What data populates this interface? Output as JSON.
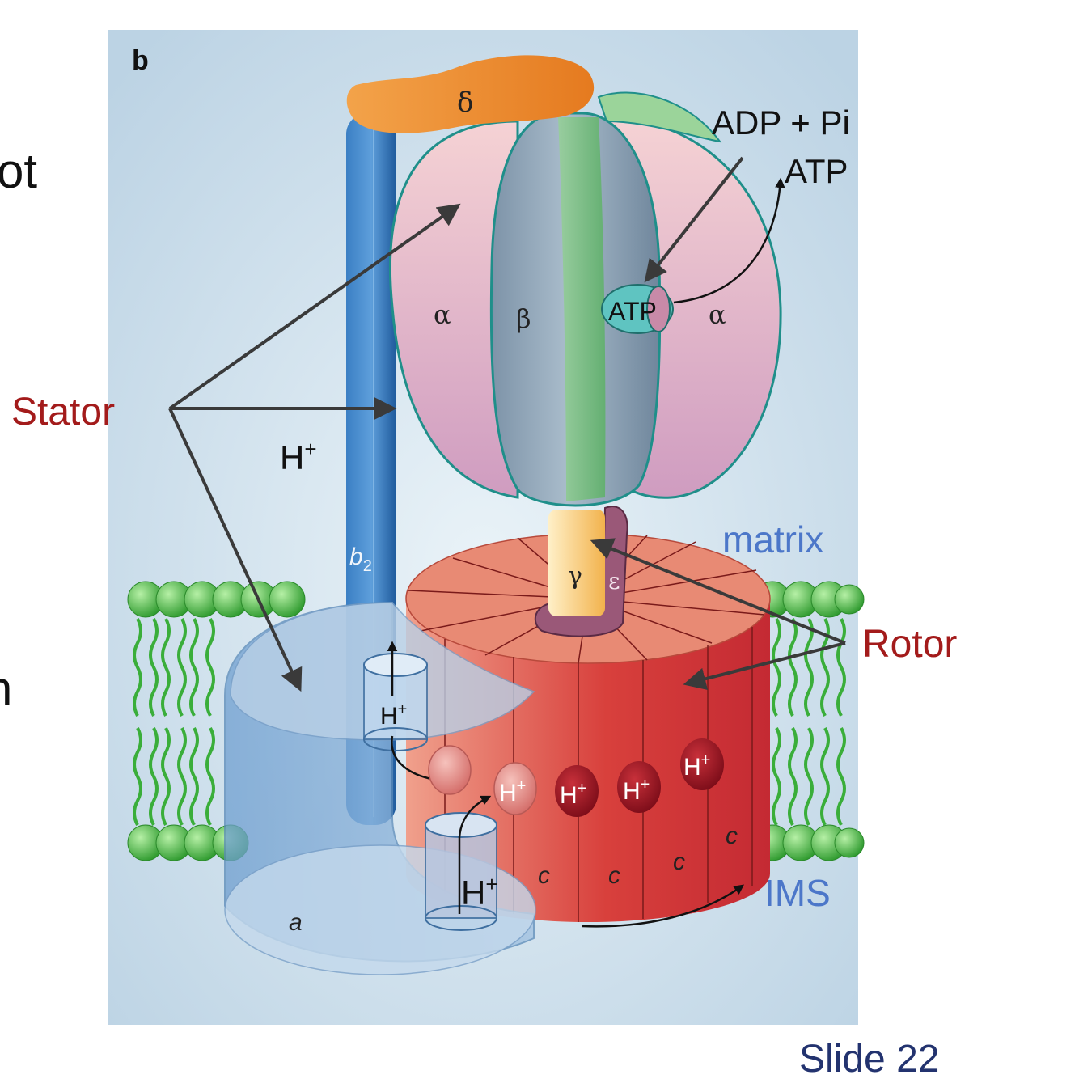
{
  "panel": {
    "label": "b"
  },
  "side_text": {
    "top": "ot",
    "bottom": "n"
  },
  "subunits": {
    "delta": "δ",
    "alpha_left": "α",
    "beta": "β",
    "alpha_right": "α",
    "gamma": "γ",
    "epsilon": "ε",
    "b2": "b",
    "b2_sub": "2",
    "a": "a",
    "c": "c"
  },
  "labels": {
    "adp_pi": "ADP + Pi",
    "atp": "ATP",
    "atp_site": "ATP",
    "stator": "Stator",
    "rotor": "Rotor",
    "matrix": "matrix",
    "ims": "IMS",
    "h": "H",
    "plus": "+"
  },
  "slide": {
    "label": "Slide 22"
  },
  "colors": {
    "panel_bg": "#c9dcea",
    "stator_text": "#a31b1b",
    "rotor_text": "#a31b1b",
    "compartment_text": "#4c77c9",
    "slide_text": "#23336f",
    "alpha": "#e6b7c6",
    "beta": "#8fa3b6",
    "delta": "#ec8c2a",
    "rotor_ring": "#d9534a",
    "stalk": "#2f6fb5",
    "lipid": "#3aae3a",
    "arrow": "#3a3a3a"
  }
}
